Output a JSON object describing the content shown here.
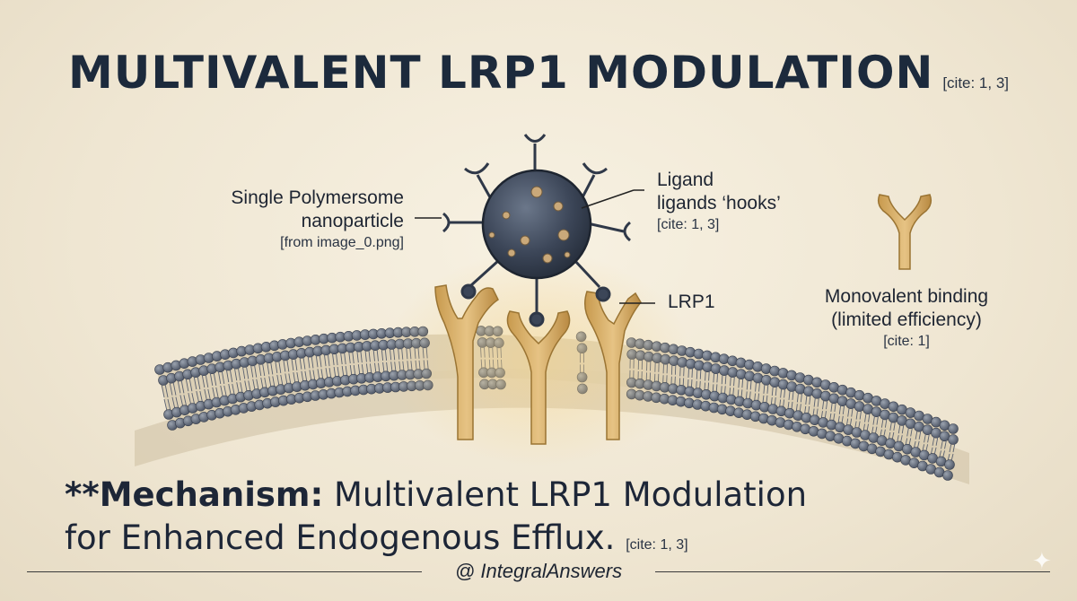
{
  "title": {
    "text": "MULTIVALENT LRP1 MODULATION",
    "cite": "[cite: 1, 3]"
  },
  "labels": {
    "polymersome": [
      "Single Polymersome",
      "nanoparticle",
      "[from image_0.png]"
    ],
    "ligand": [
      "Ligand",
      "ligands ‘hooks’",
      "[cite: 1, 3]"
    ],
    "lrp1": "LRP1",
    "monovalent": [
      "Monovalent binding",
      "(limited efficiency)",
      "[cite: 1]"
    ]
  },
  "mechanism": {
    "prefix": "**Mechanism:",
    "line1_rest": " Multivalent LRP1 Modulation",
    "line2": "for Enhanced Endogenous Efflux.",
    "cite": "[cite: 1, 3]"
  },
  "credit": "@ IntegralAnswers",
  "colors": {
    "background": "#f2ead8",
    "receptor": "#d9b46e",
    "nanoparticle": "#3e4a5c",
    "lipid_head": "#5b6473",
    "text": "#1e2532"
  }
}
